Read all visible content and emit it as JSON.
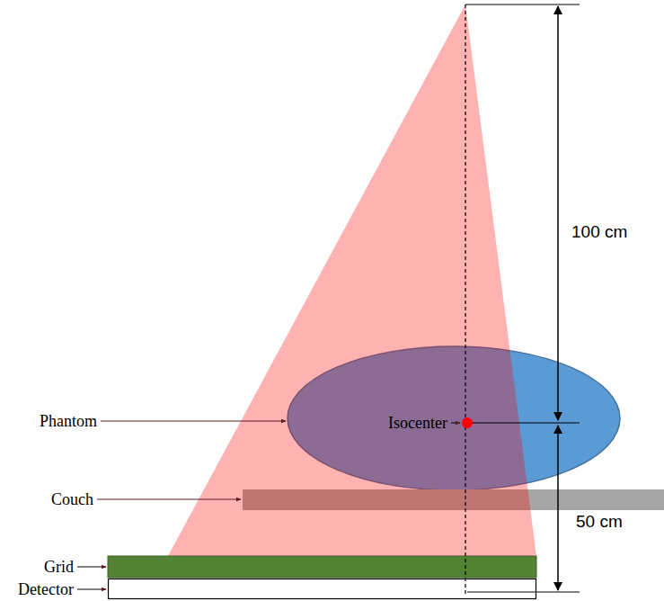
{
  "diagram": {
    "labels": [
      "100 cm",
      "Phantom",
      "Isocenter",
      "50 cm",
      "Couch",
      "Grid",
      "Detector"
    ]
  }
}
